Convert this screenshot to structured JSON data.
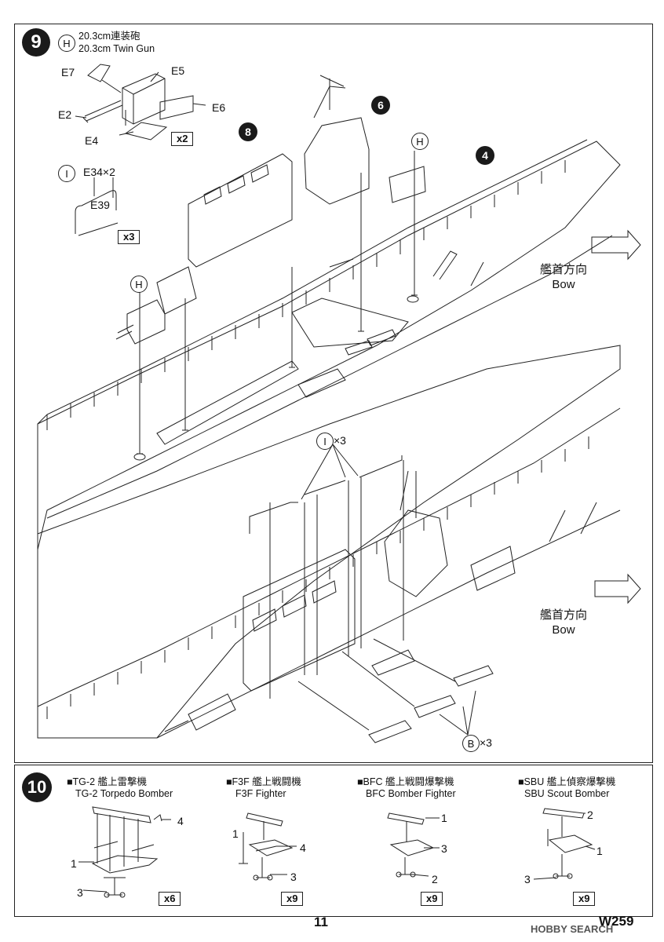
{
  "step9": {
    "number": "9",
    "sub_H": {
      "letter": "H",
      "title_jp": "20.3cm連装砲",
      "title_en": "20.3cm Twin Gun"
    },
    "parts_H": {
      "e7": "E7",
      "e5": "E5",
      "e2": "E2",
      "e6": "E6",
      "e4": "E4",
      "qty": "x2"
    },
    "sub_I": {
      "letter": "I",
      "e34": "E34×2",
      "e39": "E39",
      "qty": "x3"
    },
    "callouts": {
      "c8": "8",
      "c6": "6",
      "c4": "4",
      "h_right": "H",
      "h_left": "H"
    },
    "bow_top": {
      "jp": "艦首方向",
      "en": "Bow"
    },
    "bow_bottom": {
      "jp": "艦首方向",
      "en": "Bow"
    },
    "i_times3": {
      "letter": "I",
      "mult": "×3"
    },
    "b_times3": {
      "letter": "B",
      "mult": "×3"
    }
  },
  "step10": {
    "number": "10",
    "aircraft": [
      {
        "header_jp": "■TG-2 艦上雷撃機",
        "header_en": "TG-2 Torpedo Bomber",
        "n1": "1",
        "n3": "3",
        "n4": "4",
        "qty": "x6"
      },
      {
        "header_jp": "■F3F 艦上戦闘機",
        "header_en": "F3F Fighter",
        "n1": "1",
        "n3": "3",
        "n4": "4",
        "qty": "x9"
      },
      {
        "header_jp": "■BFC 艦上戦闘爆撃機",
        "header_en": "BFC Bomber Fighter",
        "n1": "1",
        "n2": "2",
        "n3": "3",
        "qty": "x9"
      },
      {
        "header_jp": "■SBU 艦上偵察爆撃機",
        "header_en": "SBU Scout Bomber",
        "n1": "1",
        "n2": "2",
        "n3": "3",
        "qty": "x9"
      }
    ]
  },
  "footer": {
    "page": "11",
    "code": "W259",
    "watermark": "HOBBY SEARCH"
  }
}
